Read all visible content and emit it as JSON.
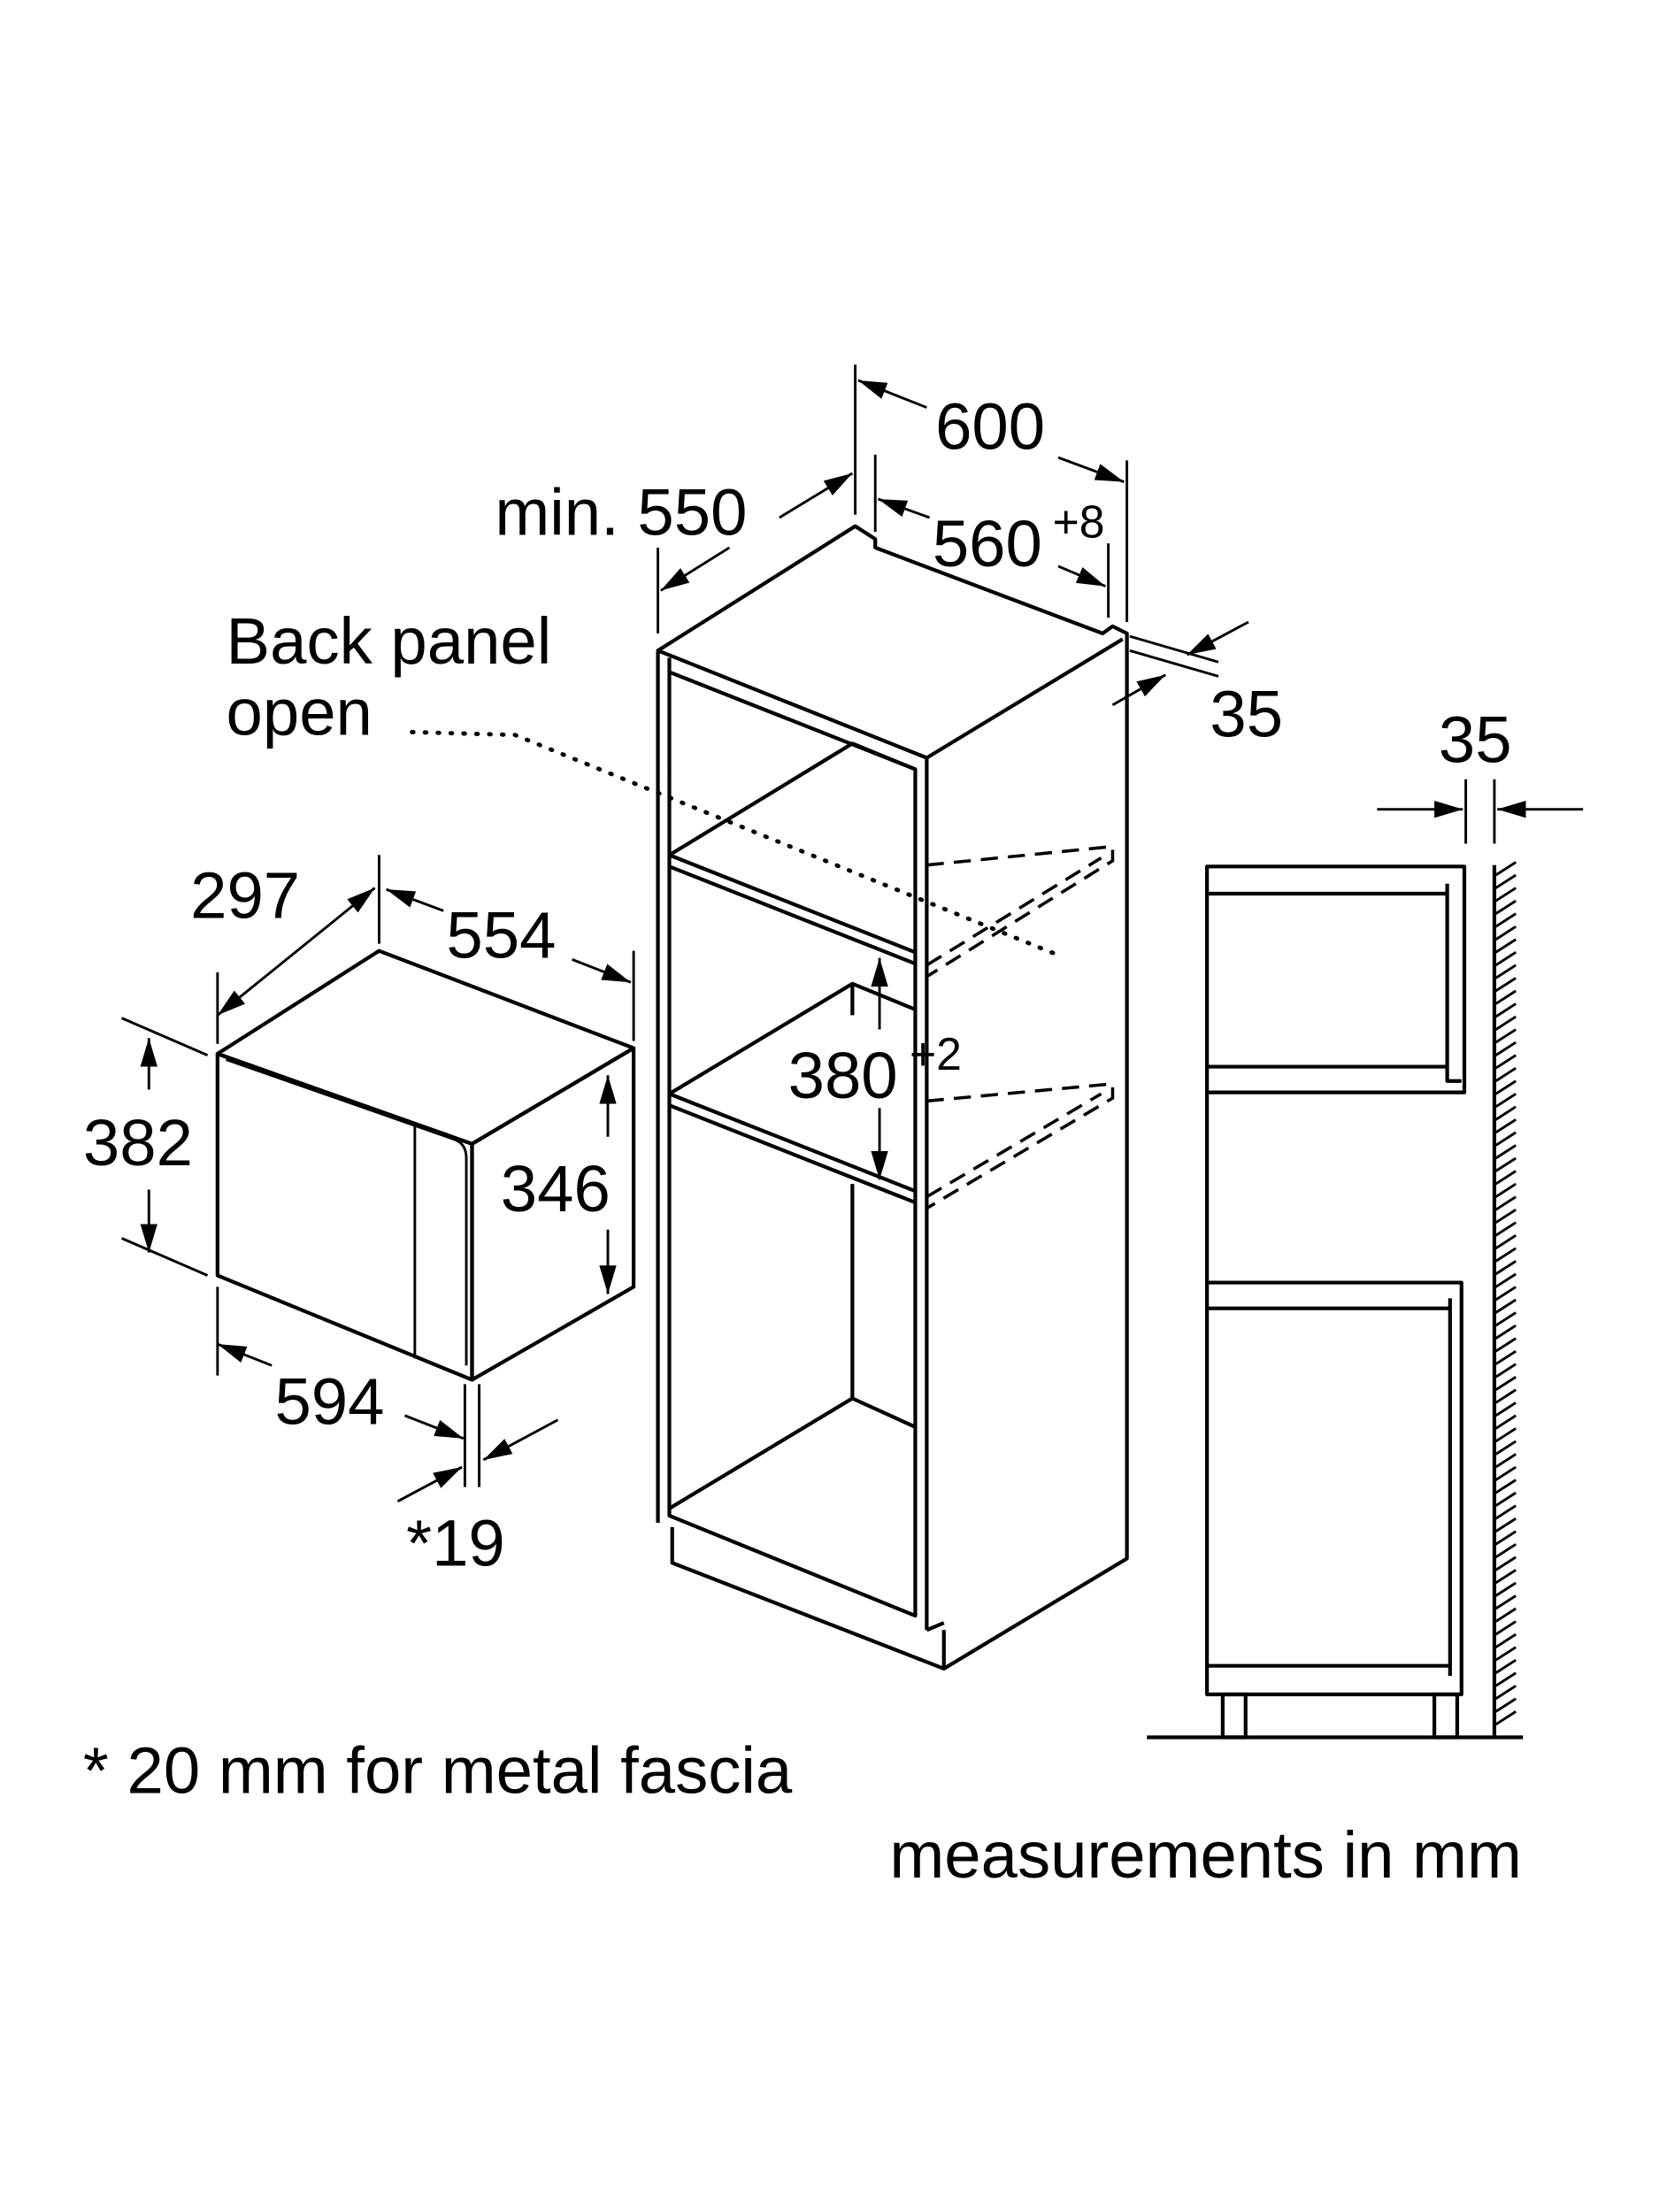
{
  "microwave": {
    "depth": "297",
    "width_side": "554",
    "height": "382",
    "inner_height": "346",
    "width_front": "594",
    "fascia": "*19"
  },
  "cabinet": {
    "width": "600",
    "min_depth": "min. 550",
    "inner_width": "560",
    "inner_width_tol": "+8",
    "back_gap": "35",
    "back_panel_label_1": "Back panel",
    "back_panel_label_2": "open",
    "niche_height": "380",
    "niche_height_tol": "+2"
  },
  "side_view": {
    "gap": "35"
  },
  "notes": {
    "footnote": "* 20 mm for metal fascia",
    "units": "measurements in mm"
  }
}
